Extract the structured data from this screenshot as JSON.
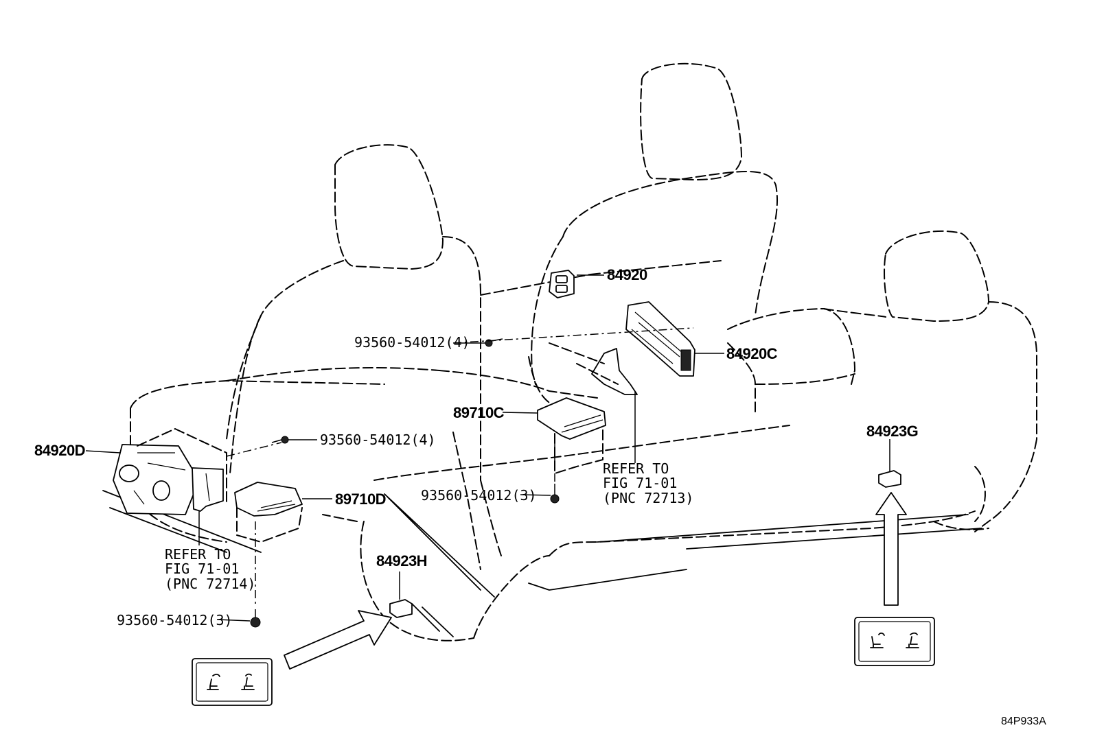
{
  "parts": {
    "p84920": "84920",
    "p84920C": "84920C",
    "p84920D": "84920D",
    "p89710C": "89710C",
    "p89710D": "89710D",
    "p84923G": "84923G",
    "p84923H": "84923H"
  },
  "bolts": {
    "b1": "93560-54012(4)",
    "b2": "93560-54012(4)",
    "b3": "93560-54012(3)",
    "b4": "93560-54012(3)"
  },
  "refer_right": {
    "line1": "REFER TO",
    "line2": "FIG 71-01",
    "line3": "(PNC 72713)"
  },
  "refer_left": {
    "line1": "REFER TO",
    "line2": "FIG 71-01",
    "line3": "(PNC 72714)"
  },
  "diagram_code": "84P933A",
  "icons": [
    "seat-recline-switch-icon",
    "seat-lift-switch-icon",
    "arrow-icon"
  ]
}
